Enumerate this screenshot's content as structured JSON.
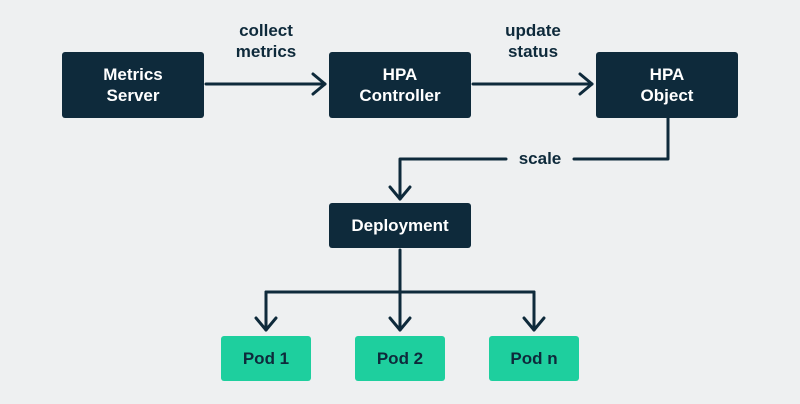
{
  "colors": {
    "background": "#eef0f1",
    "node_dark": "#0e2a3b",
    "node_pod": "#1ecf9e",
    "edge": "#0e2a3b"
  },
  "nodes": {
    "metrics_server": "Metrics\nServer",
    "hpa_controller": "HPA\nController",
    "hpa_object": "HPA\nObject",
    "deployment": "Deployment",
    "pod_1": "Pod 1",
    "pod_2": "Pod 2",
    "pod_n": "Pod n"
  },
  "edge_labels": {
    "collect_metrics": "collect\nmetrics",
    "update_status": "update\nstatus",
    "scale": "scale"
  }
}
